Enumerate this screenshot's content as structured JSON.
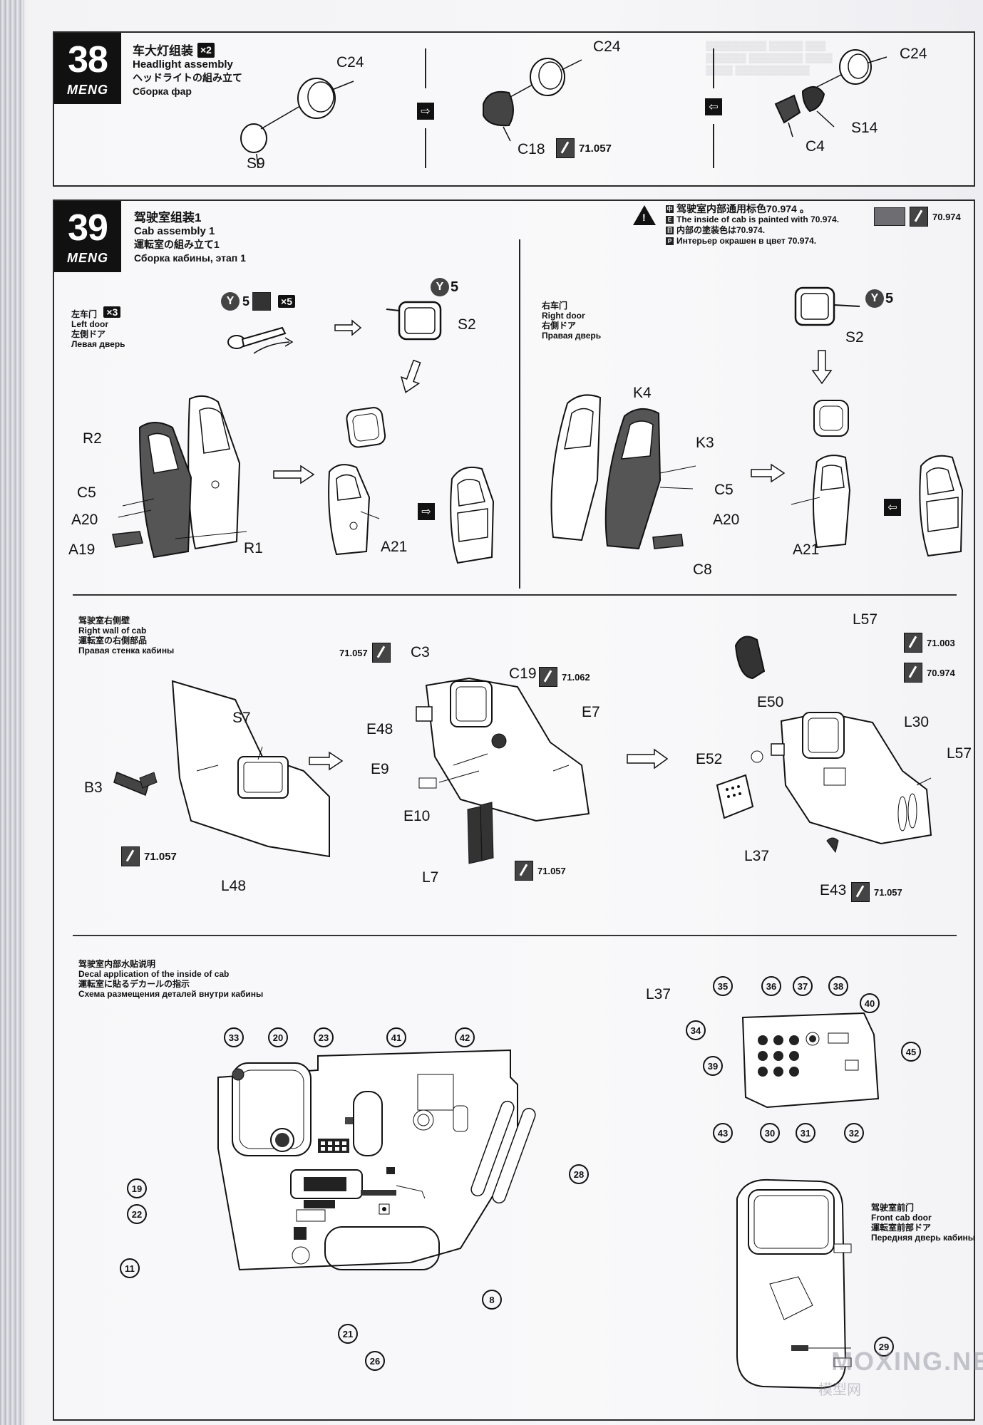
{
  "brand": "MENG",
  "step38": {
    "number": "38",
    "title_cn": "车大灯组装",
    "multiplier": "×2",
    "title_en": "Headlight assembly",
    "title_jp": "ヘッドライトの組み立て",
    "title_ru": "Сборка фар",
    "labels": {
      "c24a": "C24",
      "s9": "S9",
      "c24b": "C24",
      "c18": "C18",
      "paint": "71.057",
      "c24c": "C24",
      "s14": "S14",
      "c4": "C4"
    }
  },
  "step39": {
    "number": "39",
    "title_cn": "驾驶室组装1",
    "title_en": "Cab assembly 1",
    "title_jp": "運転室の組み立て1",
    "title_ru": "Сборка кабины, этап 1",
    "warning": {
      "cn": "驾驶室内部通用标色70.974 。",
      "en": "The inside of cab is painted with 70.974.",
      "jp": "内部の塗装色は70.974.",
      "ru": "Интерьер окрашен в цвет 70.974.",
      "paint": "70.974"
    },
    "left_door": {
      "cn": "左车门",
      "en": "Left door",
      "jp": "左側ドア",
      "ru": "Левая дверь",
      "multiplier": "×3",
      "y_count": "5",
      "y_mult": "×5",
      "y_label": "Y",
      "y_label2": "Y",
      "y_count2": "5",
      "labels": {
        "s2": "S2",
        "r2": "R2",
        "c5": "C5",
        "a20": "A20",
        "a19": "A19",
        "r1": "R1",
        "a21": "A21"
      }
    },
    "right_door": {
      "cn": "右车门",
      "en": "Right door",
      "jp": "右側ドア",
      "ru": "Правая дверь",
      "y_label": "Y",
      "y_count": "5",
      "labels": {
        "s2": "S2",
        "k4": "K4",
        "k3": "K3",
        "c5": "C5",
        "a20": "A20",
        "c8": "C8",
        "a21": "A21"
      }
    },
    "right_wall": {
      "cn": "驾驶室右侧壁",
      "en": "Right wall of cab",
      "jp": "運転室の右側部品",
      "ru": "Правая стенка кабины",
      "labels": {
        "s7": "S7",
        "b3": "B3",
        "l48": "L48",
        "paint_b3": "71.057",
        "c3": "C3",
        "paint_c3": "71.057",
        "c19": "C19",
        "paint_c19": "71.062",
        "e48": "E48",
        "e7": "E7",
        "e9": "E9",
        "e10": "E10",
        "l7": "L7",
        "paint_l7": "71.057",
        "l57a": "L57",
        "paint_l57a": "71.003",
        "paint_l57b": "70.974",
        "e50": "E50",
        "l30": "L30",
        "e52": "E52",
        "l57b": "L57",
        "l37": "L37",
        "e43": "E43",
        "paint_e43": "71.057"
      }
    },
    "decals": {
      "cn": "驾驶室内部水贴说明",
      "en": "Decal application of the inside of cab",
      "jp": "運転室に貼るデカールの指示",
      "ru": "Схема размещения деталей внутри кабины",
      "callouts_left": [
        "33",
        "20",
        "23",
        "41",
        "42",
        "19",
        "22",
        "11",
        "28",
        "8",
        "21",
        "26"
      ],
      "l37_title": "L37",
      "callouts_l37": [
        "35",
        "36",
        "37",
        "38",
        "40",
        "34",
        "45",
        "39",
        "43",
        "30",
        "31",
        "32"
      ],
      "front_door": {
        "cn": "驾驶室前门",
        "en": "Front cab door",
        "jp": "運転室前部ドア",
        "ru": "Передняя дверь кабины",
        "callout": "29"
      }
    }
  },
  "watermark": {
    "main": "MOXING.NET",
    "sub": "模型网"
  },
  "colors": {
    "ink": "#111111",
    "paper": "#f4f4f7",
    "grey_part": "#555555"
  }
}
